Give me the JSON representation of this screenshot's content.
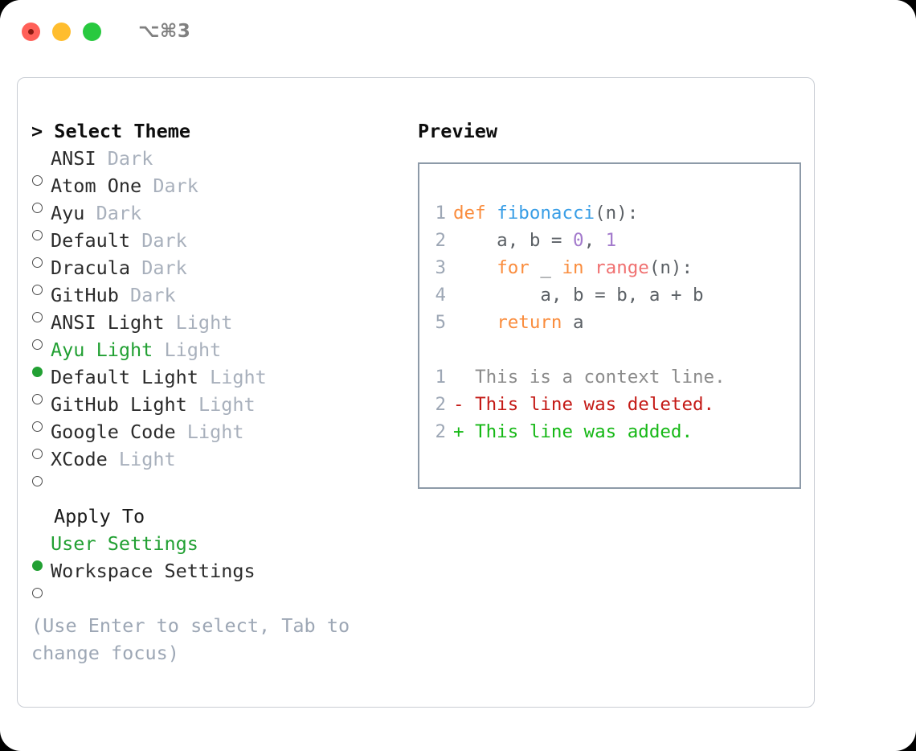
{
  "window": {
    "shortcut_label": "⌥⌘3",
    "traffic_lights": [
      "close",
      "minimize",
      "maximize"
    ]
  },
  "theme_panel": {
    "header": "> Select Theme",
    "items": [
      {
        "name": "ANSI",
        "kind": "Dark",
        "selected": false
      },
      {
        "name": "Atom One",
        "kind": "Dark",
        "selected": false
      },
      {
        "name": "Ayu",
        "kind": "Dark",
        "selected": false
      },
      {
        "name": "Default",
        "kind": "Dark",
        "selected": false
      },
      {
        "name": "Dracula",
        "kind": "Dark",
        "selected": false
      },
      {
        "name": "GitHub",
        "kind": "Dark",
        "selected": false
      },
      {
        "name": "ANSI Light",
        "kind": "Light",
        "selected": false
      },
      {
        "name": "Ayu Light",
        "kind": "Light",
        "selected": true
      },
      {
        "name": "Default Light",
        "kind": "Light",
        "selected": false
      },
      {
        "name": "GitHub Light",
        "kind": "Light",
        "selected": false
      },
      {
        "name": "Google Code",
        "kind": "Light",
        "selected": false
      },
      {
        "name": "XCode",
        "kind": "Light",
        "selected": false
      }
    ]
  },
  "apply_to": {
    "header": "Apply To",
    "options": [
      {
        "label": "User Settings",
        "selected": true
      },
      {
        "label": "Workspace Settings",
        "selected": false
      }
    ]
  },
  "help_text": "(Use Enter to select, Tab to change focus)",
  "preview": {
    "heading": "Preview",
    "code_lines": [
      {
        "num": "1",
        "tokens": [
          {
            "t": "def ",
            "c": "tok-kw"
          },
          {
            "t": "fibonacci",
            "c": "tok-fn"
          },
          {
            "t": "(n):",
            "c": "tok-plain"
          }
        ]
      },
      {
        "num": "2",
        "tokens": [
          {
            "t": "    a, b = ",
            "c": "tok-plain"
          },
          {
            "t": "0",
            "c": "tok-num"
          },
          {
            "t": ", ",
            "c": "tok-plain"
          },
          {
            "t": "1",
            "c": "tok-num"
          }
        ]
      },
      {
        "num": "3",
        "tokens": [
          {
            "t": "    ",
            "c": "tok-plain"
          },
          {
            "t": "for",
            "c": "tok-kw"
          },
          {
            "t": " _ ",
            "c": "tok-plain"
          },
          {
            "t": "in",
            "c": "tok-kw"
          },
          {
            "t": " ",
            "c": "tok-plain"
          },
          {
            "t": "range",
            "c": "tok-call"
          },
          {
            "t": "(n):",
            "c": "tok-plain"
          }
        ]
      },
      {
        "num": "4",
        "tokens": [
          {
            "t": "        a, b = b, a + b",
            "c": "tok-plain"
          }
        ]
      },
      {
        "num": "5",
        "tokens": [
          {
            "t": "    ",
            "c": "tok-plain"
          },
          {
            "t": "return",
            "c": "tok-kw"
          },
          {
            "t": " a",
            "c": "tok-plain"
          }
        ]
      }
    ],
    "diff_lines": [
      {
        "num": "1",
        "marker": " ",
        "text": " This is a context line.",
        "style": "diff-ctx"
      },
      {
        "num": "2",
        "marker": "-",
        "text": " This line was deleted.",
        "style": "diff-del"
      },
      {
        "num": "2",
        "marker": "+",
        "text": " This line was added.",
        "style": "diff-add"
      }
    ]
  },
  "colors": {
    "selected_green": "#22A033",
    "muted_gray": "#A8B0BC",
    "gutter_gray": "#9DA7B5",
    "keyword_orange": "#FA8D3E",
    "function_blue": "#399EE6",
    "number_purple": "#A37ACC",
    "call_salmon": "#F07171",
    "diff_deleted_red": "#C41A16",
    "diff_added_green": "#16B816",
    "panel_border": "#C9CDD4",
    "preview_border": "#8D9AA8"
  }
}
